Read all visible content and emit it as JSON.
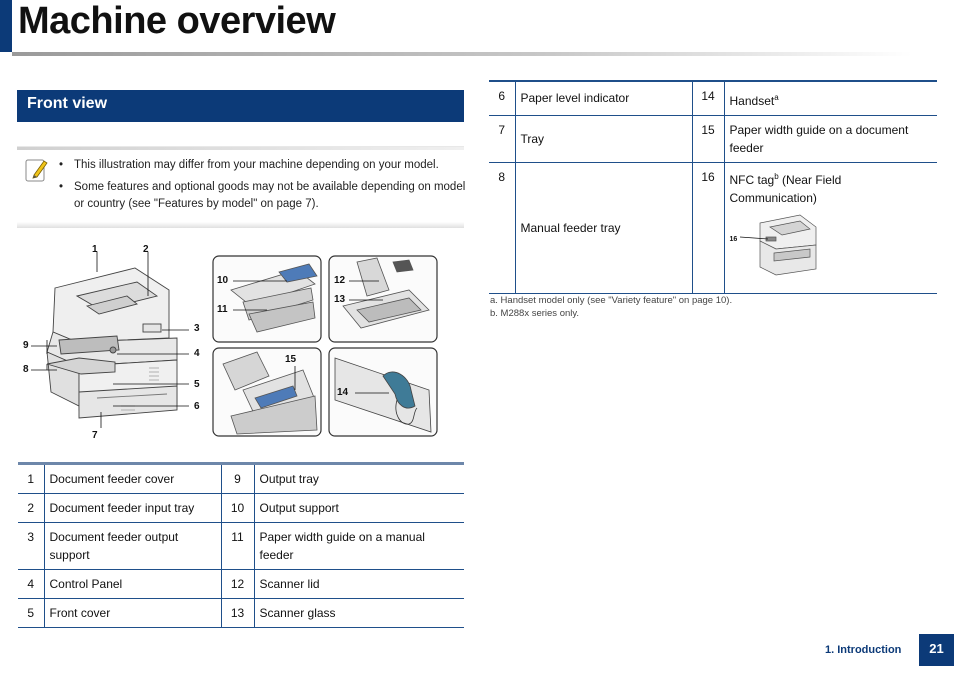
{
  "title": "Machine overview",
  "section": "Front view",
  "notes": [
    "This illustration may differ from your machine depending on your model.",
    "Some features and optional goods may not be available depending on model or country (see \"Features by model\" on page 7)."
  ],
  "callouts": [
    "1",
    "2",
    "3",
    "4",
    "5",
    "6",
    "7",
    "8",
    "9",
    "10",
    "11",
    "12",
    "13",
    "14",
    "15"
  ],
  "parts_left": [
    {
      "n1": "1",
      "l1": "Document feeder cover",
      "n2": "9",
      "l2": "Output tray"
    },
    {
      "n1": "2",
      "l1": "Document feeder input tray",
      "n2": "10",
      "l2": "Output support"
    },
    {
      "n1": "3",
      "l1": "Document feeder output support",
      "n2": "11",
      "l2": "Paper width guide on a manual feeder"
    },
    {
      "n1": "4",
      "l1": "Control Panel",
      "n2": "12",
      "l2": "Scanner lid"
    },
    {
      "n1": "5",
      "l1": "Front cover",
      "n2": "13",
      "l2": "Scanner glass"
    }
  ],
  "parts_right": [
    {
      "n1": "6",
      "l1": "Paper level indicator",
      "n2": "14",
      "l2": "Handset",
      "sup2": "a"
    },
    {
      "n1": "7",
      "l1": "Tray",
      "n2": "15",
      "l2": "Paper width guide on a document feeder"
    },
    {
      "n1": "8",
      "l1": "Manual feeder tray",
      "n2": "16",
      "l2": "NFC tag",
      "sup2": "b",
      "l2b": " (Near Field Communication)",
      "inset_label": "16"
    }
  ],
  "footnotes": [
    "a.  Handset model only (see \"Variety feature\" on page 10).",
    "b.  M288x series only."
  ],
  "footer": {
    "chapter": "1. Introduction",
    "page": "21"
  },
  "colors": {
    "accent": "#0c3a78",
    "rule": "#1f4f8a"
  }
}
